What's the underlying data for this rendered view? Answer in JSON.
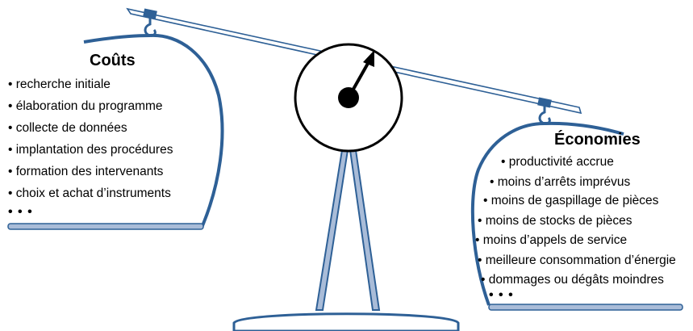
{
  "costs": {
    "title": "Coûts",
    "items": [
      "• recherche initiale",
      "• élaboration du programme",
      "• collecte de données",
      "• implantation des procédures",
      "• formation des intervenants",
      "• choix et achat d’instruments"
    ],
    "more": "• • •"
  },
  "savings": {
    "title": "Économies",
    "items": [
      "• productivité accrue",
      "• moins d’arrêts imprévus",
      "• moins de gaspillage de pièces",
      "• moins de stocks de pièces",
      "• moins d’appels de service",
      "• meilleure consommation d’énergie",
      "• dommages ou dégâts moindres"
    ],
    "more": "• • •"
  },
  "colors": {
    "stroke_blue": "#2e6096",
    "fill_blue": "#a9bcd8"
  }
}
